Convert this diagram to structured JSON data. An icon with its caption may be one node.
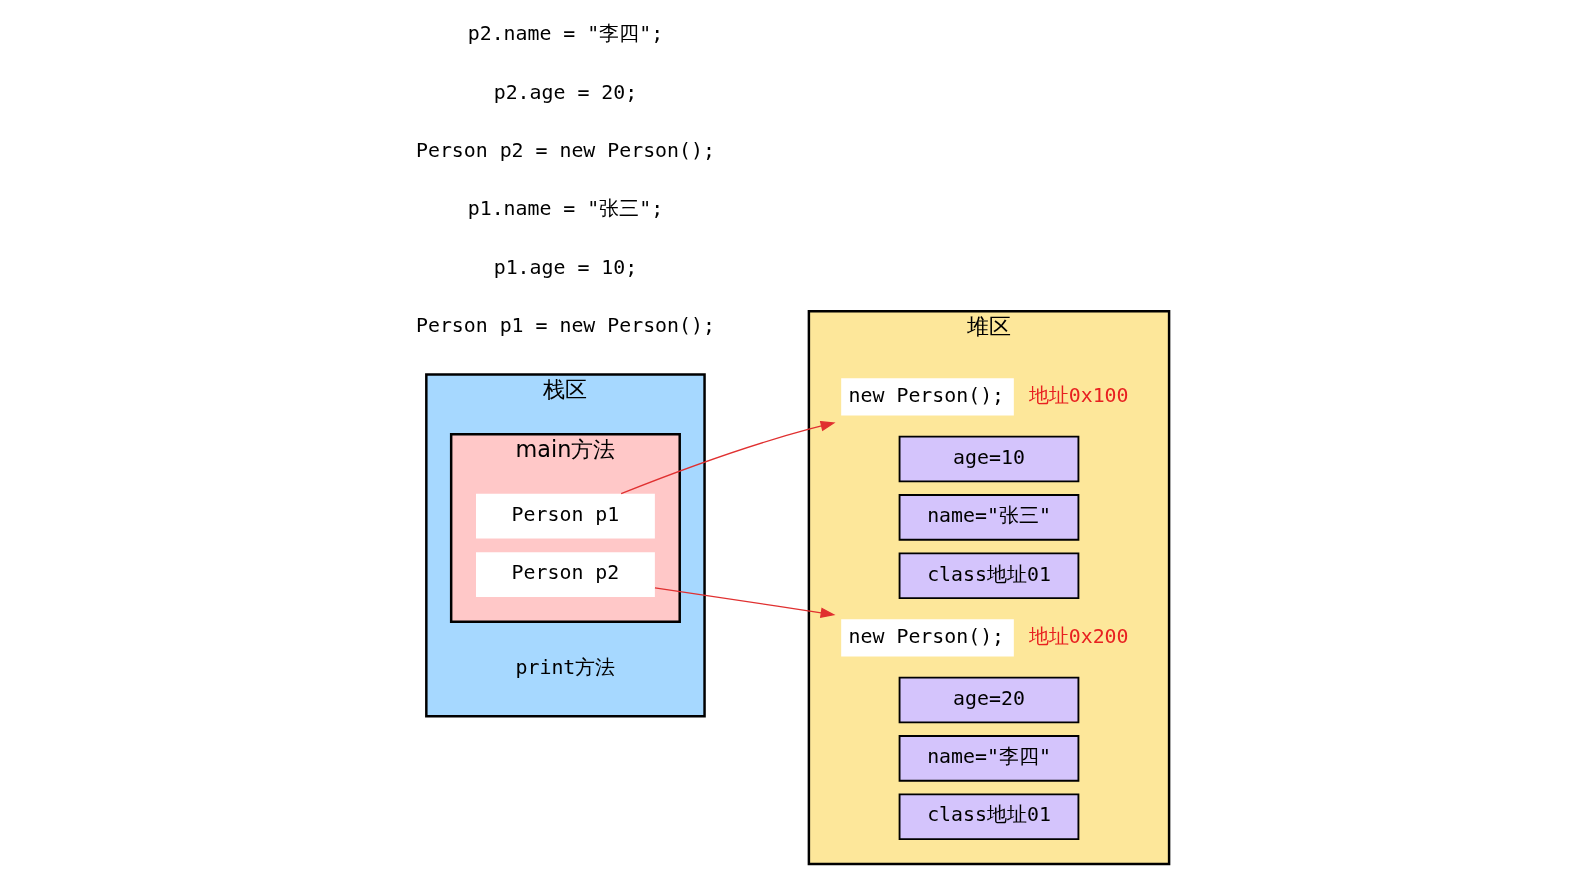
{
  "diagram": {
    "nodes": [
      {
        "text": [
          "栈区"
        ]
      },
      {
        "text": [
          "main方法"
        ],
        "in": 0
      },
      {
        "text": [
          "Person p1"
        ],
        "in": 1
      },
      {
        "text": [
          "Person p2"
        ],
        "in": 1
      },
      {
        "text": [
          "堆区"
        ]
      },
      {
        "text": [
          "new Person();"
        ],
        "in": 4,
        "beside": [
          "地址0x100"
        ]
      },
      {
        "text": [
          "age=10"
        ],
        "in": 4
      },
      {
        "text": [
          "name=\"张三\""
        ],
        "in": 4
      },
      {
        "text": [
          "class地址01"
        ],
        "in": 4
      },
      {
        "text": [
          "new Person();"
        ],
        "in": 4,
        "beside": [
          "地址0x200"
        ]
      },
      {
        "text": [
          "age=20"
        ],
        "in": 4
      },
      {
        "text": [
          "name=\"李四\""
        ],
        "in": 4
      },
      {
        "text": [
          "class地址01"
        ],
        "in": 4
      }
    ],
    "edges": [
      {
        "from": 2,
        "to": 5,
        "arrow": "to",
        "color": "#e03030"
      },
      {
        "from": 3,
        "to": 9,
        "arrow": "to",
        "color": "#e03030"
      }
    ],
    "labels": [
      "Person p1 = new Person();",
      "p1.age = 10;",
      "p1.name = \"张三\";",
      "Person p2 = new Person();",
      "p2.age = 20;",
      "p2.name = \"李四\";",
      "print方法"
    ]
  }
}
